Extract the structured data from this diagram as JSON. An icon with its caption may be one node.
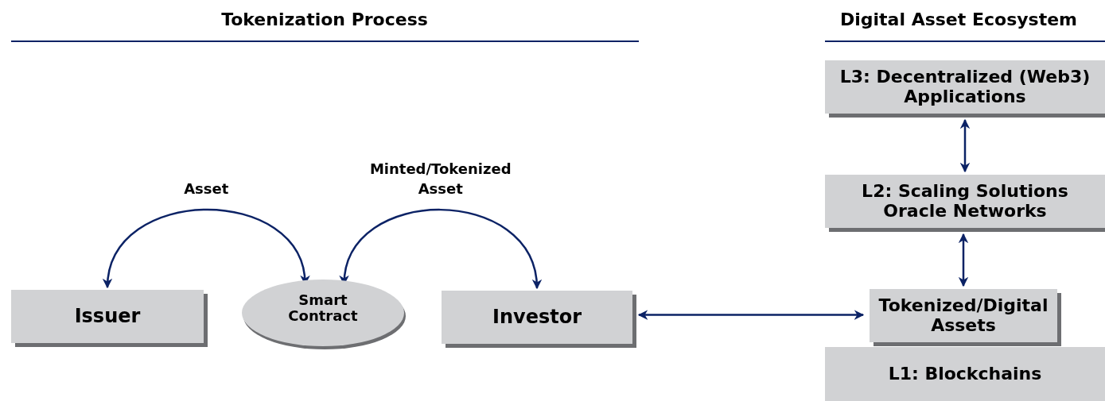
{
  "diagram": {
    "nodes": [
      {
        "text": [
          "Issuer"
        ]
      },
      {
        "text": [
          "Smart Contract"
        ]
      },
      {
        "text": [
          "Investor"
        ]
      },
      {
        "text": [
          "L3: Decentralized (Web3) Applications"
        ]
      },
      {
        "text": [
          "L2: Scaling Solutions Oracle Networks"
        ]
      },
      {
        "text": [
          "Tokenized/Digital Assets"
        ]
      },
      {
        "text": [
          "L1: Blockchains"
        ]
      }
    ],
    "edges": [
      {
        "from": 0,
        "to": 1,
        "arrow": "both",
        "label": "Asset"
      },
      {
        "from": 1,
        "to": 2,
        "arrow": "both",
        "label": "Minted/Tokenized Asset"
      },
      {
        "from": 2,
        "to": 5,
        "arrow": "both"
      },
      {
        "from": 3,
        "to": 4,
        "arrow": "both"
      },
      {
        "from": 4,
        "to": 5,
        "arrow": "both"
      }
    ],
    "labels": [
      "Tokenization Process",
      "Digital Asset Ecosystem"
    ]
  }
}
